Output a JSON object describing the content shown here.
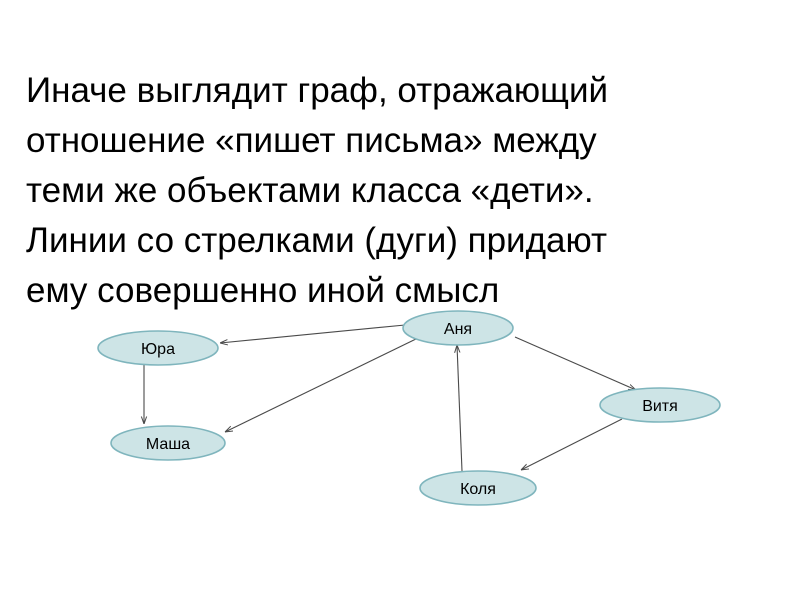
{
  "text_lines": [
    "Иначе выглядит граф, отражающий",
    "отношение «пишет письма» между",
    "теми же объектами класса «дети».",
    "Линии со стрелками (дуги) придают",
    "ему совершенно иной смысл"
  ],
  "graph": {
    "node_fill": "#cde4e6",
    "node_stroke": "#7fb5bd",
    "edge_color": "#4a4a4a",
    "nodes": [
      {
        "id": "yura",
        "label": "Юра"
      },
      {
        "id": "anya",
        "label": "Аня"
      },
      {
        "id": "masha",
        "label": "Маша"
      },
      {
        "id": "vitya",
        "label": "Витя"
      },
      {
        "id": "kolya",
        "label": "Коля"
      }
    ],
    "edges": [
      {
        "from": "anya",
        "to": "yura"
      },
      {
        "from": "yura",
        "to": "masha"
      },
      {
        "from": "anya",
        "to": "masha"
      },
      {
        "from": "anya",
        "to": "vitya"
      },
      {
        "from": "vitya",
        "to": "kolya"
      },
      {
        "from": "kolya",
        "to": "anya"
      }
    ]
  }
}
